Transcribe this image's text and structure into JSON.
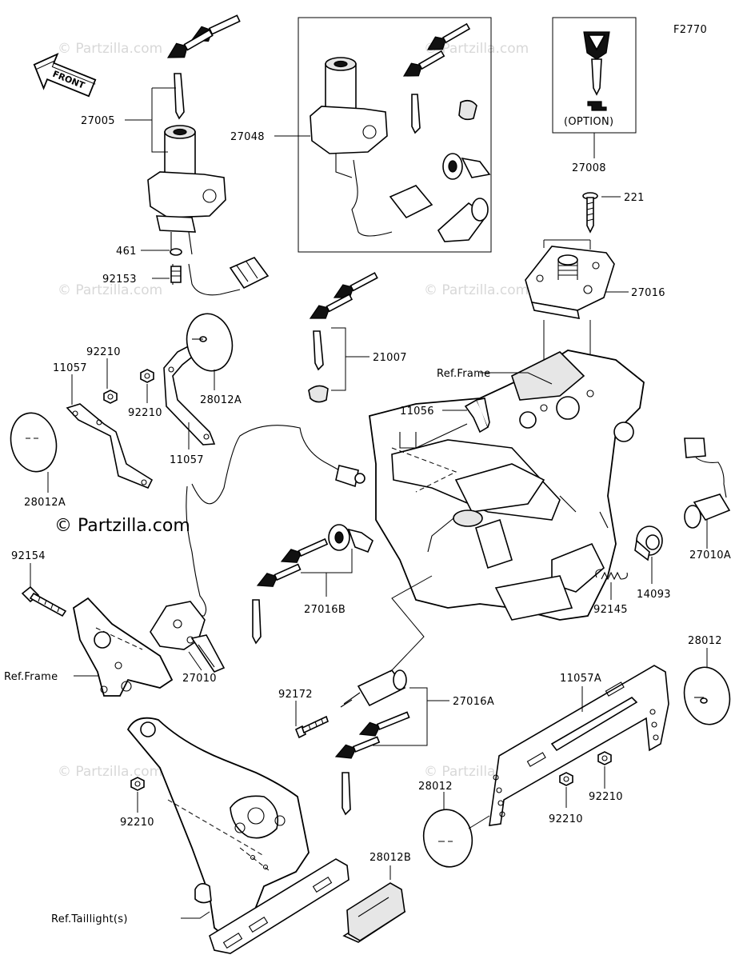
{
  "figure_code": "F2770",
  "front_label": "FRONT",
  "option_label": "(OPTION)",
  "watermark": "© Partzilla.com",
  "labels": {
    "p27005": "27005",
    "p27048": "27048",
    "p27008": "27008",
    "p221": "221",
    "p461": "461",
    "p92153": "92153",
    "p27016": "27016",
    "p21007": "21007",
    "ref_frame_top": "Ref.Frame",
    "p92210_a": "92210",
    "p11057_a": "11057",
    "p28012A_a": "28012A",
    "p92210_b": "92210",
    "p11057_b": "11057",
    "p28012A_b": "28012A",
    "p11056": "11056",
    "p92154": "92154",
    "p27016B": "27016B",
    "p27010A": "27010A",
    "p14093": "14093",
    "p92145": "92145",
    "ref_frame_left": "Ref.Frame",
    "p27010": "27010",
    "p92172": "92172",
    "p27016A": "27016A",
    "p11057A": "11057A",
    "p28012_a": "28012",
    "p28012_b": "28012",
    "p92210_c": "92210",
    "p92210_d": "92210",
    "p92210_e": "92210",
    "p28012B": "28012B",
    "ref_taillight": "Ref.Taillight(s)"
  }
}
